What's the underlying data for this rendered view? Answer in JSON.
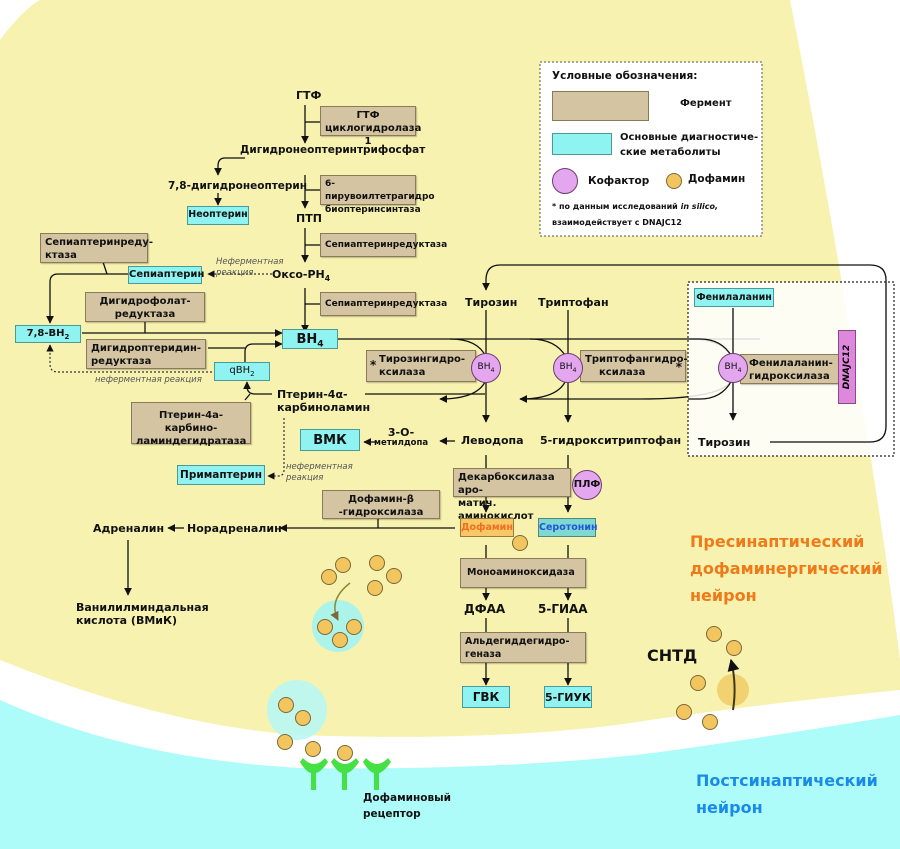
{
  "colors": {
    "presynaptic_bg": "#f7f2b0",
    "postsynaptic_bg": "#aefcfa",
    "enzyme_fill": "#d4c4a1",
    "metabolite_fill": "#8ff3f1",
    "cofactor_fill": "#e3a6ef",
    "dopamine_fill": "#f2c55e",
    "presynaptic_label": "#ee7a1a",
    "postsynaptic_label": "#1a8ae8",
    "receptor": "#44e044",
    "dnajc12_fill": "#dd88dd"
  },
  "legend": {
    "title": "Условные обозначения:",
    "enzyme": "Фермент",
    "metabolites": [
      "Основные диагностиче-",
      "ские метаболиты"
    ],
    "cofactor": "Кофактор",
    "dopamine": "Дофамин",
    "note_line1_prefix": "* по данным исследований ",
    "note_line1_italic": "in silico,",
    "note_line2": "взаимодействует с DNAJC12"
  },
  "pathway": {
    "gtp": "ГТФ",
    "gtp_enzyme": [
      "ГТФ",
      "циклогидролаза 1"
    ],
    "dhnt": "Дигидронеоптеринтрифосфат",
    "dhneopterin": "7,8-дигидронеоптерин",
    "neopterin": "Неоптерин",
    "ptps": [
      "6-пирувоилтетрагидро",
      "биоптеринсинтаза"
    ],
    "ptp": "ПТП",
    "sr1": "Сепиаптеринредуктаза",
    "oxo_ph4": "Оксо-PH",
    "oxo_sub": "4",
    "sr2": "Сепиаптеринредуктаза",
    "sr_left": [
      "Сепиаптеринреду-",
      "ктаза"
    ],
    "sepiapterin": "Сепиаптерин",
    "nonenz_reaction": [
      "Неферментная",
      "реакция"
    ],
    "dhfr": [
      "Дигидрофолат-",
      "редуктаза"
    ],
    "bh2_78": "7,8-BH",
    "bh2_sub": "2",
    "dhpr": [
      "Дигидроптеридин-",
      "редуктаза"
    ],
    "qbh2": "qBH",
    "qbh2_sub": "2",
    "nonenz_reaction_lower": "неферментная реакция",
    "bh4": "BH",
    "bh4_sub": "4",
    "pterin_carb": [
      "Птерин-4α-",
      "карбиноламин"
    ],
    "pcd": [
      "Птерин-4а-карбино-",
      "ламиндегидратаза"
    ],
    "primapterin": "Примаптерин",
    "nonenz_reaction_prim": [
      "неферментная",
      "реакция"
    ],
    "vmk": "ВМК",
    "omd": [
      "3-O-",
      "метилдопа"
    ],
    "tyrosine": "Тирозин",
    "tryptophan": "Триптофан",
    "th": [
      "Тирозингидро-",
      "ксилаза"
    ],
    "tph": [
      "Триптофангидро-",
      "ксилаза"
    ],
    "asterisk": "*",
    "phenylalanine": "Фенилаланин",
    "pah": [
      "Фенилаланин-",
      "гидроксилаза"
    ],
    "dnajc12": "DNAJC12",
    "tyrosine_out": "Тирозин",
    "cofactor_bh4": "BH",
    "cofactor_bh4_sub": "4",
    "levodopa": "Леводопа",
    "htp": "5-гидрокситриптофан",
    "aadc": [
      "Декарбоксилаза аро-",
      "матич. аминокислот"
    ],
    "plp": "ПЛФ",
    "dopamine": "Дофамин",
    "serotonin": "Серотонин",
    "dbh": [
      "Дофамин-β",
      "-гидроксилаза"
    ],
    "noradrenaline": "Норадреналин",
    "adrenaline": "Адреналин",
    "vma": [
      "Ванилилминдальная",
      "кислота (ВМиК)"
    ],
    "mao": "Моноаминоксидаза",
    "dopac": "ДФАА",
    "hiaa": "5-ГИАА",
    "aldh": [
      "Альдегиддегидро-",
      "геназа"
    ],
    "hva": "ГВК",
    "hiaa_acid": "5-ГИУК"
  },
  "labels": {
    "presynaptic": [
      "Пресинаптический",
      "дофаминергический",
      "нейрон"
    ],
    "postsynaptic": [
      "Постсинаптический",
      "нейрон"
    ],
    "dat": "СНТД",
    "receptor": [
      "Дофаминовый",
      "рецептор"
    ]
  }
}
